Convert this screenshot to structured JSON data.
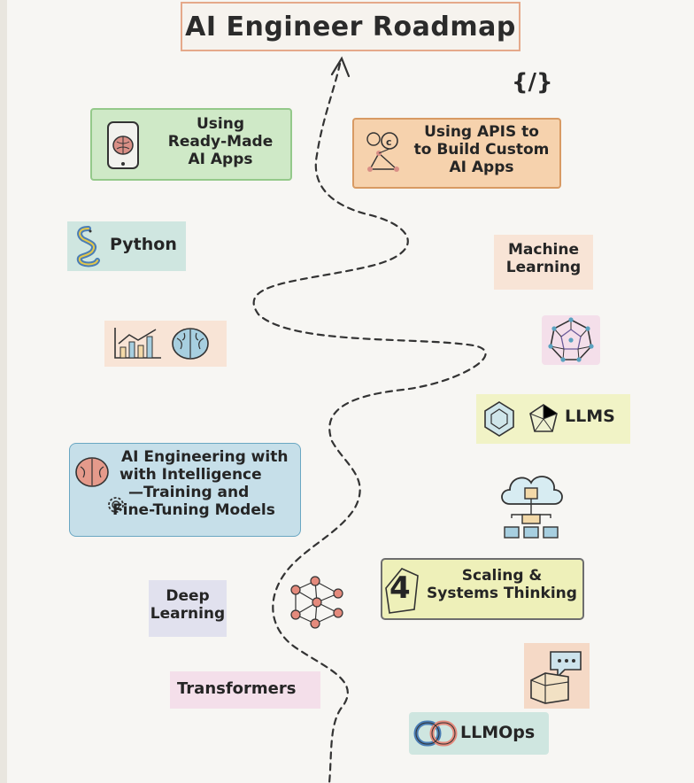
{
  "title": "AI Engineer Roadmap",
  "code_symbol": "{/}",
  "nodes": {
    "using_ready_made": [
      "Using",
      "Ready-Made",
      "AI Apps"
    ],
    "using_apis": [
      "Using APIS to",
      "to Build Custom",
      "AI Apps"
    ],
    "python": "Python",
    "machine_learning": [
      "Machine",
      "Learning"
    ],
    "llms": "LLMS",
    "ai_engineering": [
      "AI Engineering with",
      "with Intelligence",
      "—Training and",
      "Fine-Tuning Models"
    ],
    "scaling_number": "4",
    "scaling": [
      "Scaling &",
      "Systems Thinking"
    ],
    "deep_learning": [
      "Deep",
      "Learning"
    ],
    "transformers": "Transformers",
    "llmops": "LLMOps"
  },
  "colors": {
    "green": "#cfe9c7",
    "orange": "#f6d2ad",
    "blue": "#cbe2ec",
    "yellow": "#f1f3c6",
    "pink": "#f4dfea",
    "path": "#333333"
  },
  "icons": [
    "phone-brain-icon",
    "api-network-icon",
    "python-icon",
    "chart-icon",
    "brain-icon",
    "network-ball-icon",
    "polyhedron-icon",
    "gear-icon",
    "cloud-hierarchy-icon",
    "neural-network-icon",
    "box-chat-icon",
    "llmops-link-icon"
  ]
}
